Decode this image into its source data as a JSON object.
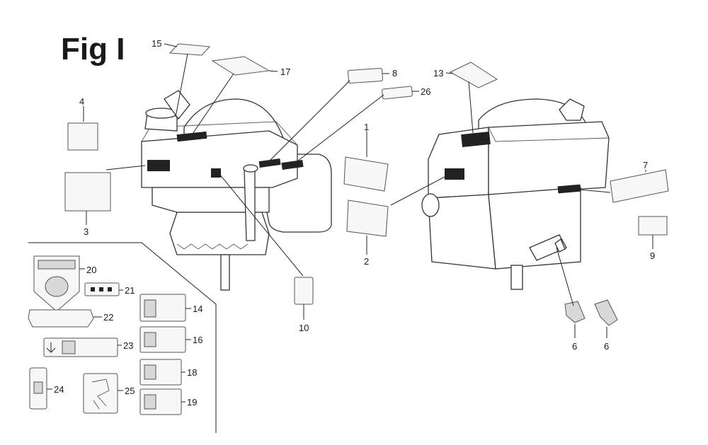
{
  "figure": {
    "title": "Fig I"
  },
  "callouts": [
    "15",
    "17",
    "8",
    "26",
    "13",
    "4",
    "1",
    "7",
    "3",
    "2",
    "9",
    "10",
    "6",
    "6",
    "20",
    "21",
    "14",
    "22",
    "16",
    "23",
    "18",
    "24",
    "25",
    "19"
  ]
}
